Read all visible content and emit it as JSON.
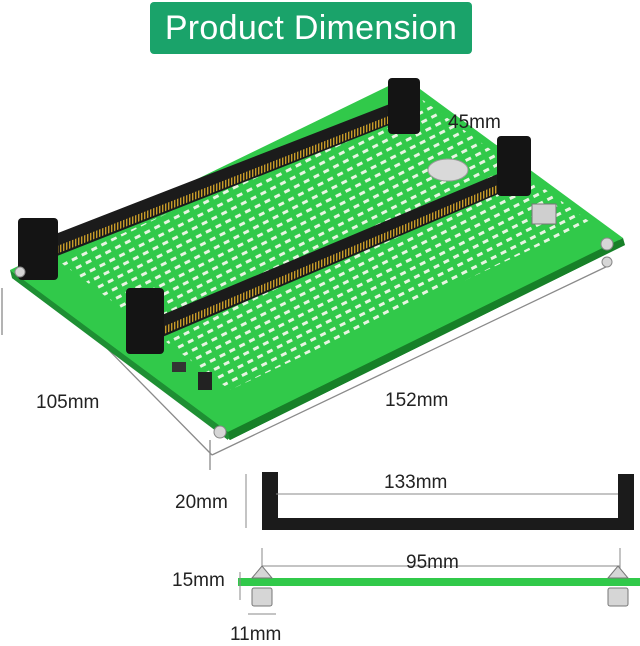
{
  "title": "Product Dimension",
  "colors": {
    "banner": "#1aa36a",
    "pcb": "#31c94a",
    "pcb_edge": "#1e8f33",
    "slot": "#1b1b1b",
    "dimension_line": "#8a8a8a"
  },
  "dimensions": {
    "slot_gap": "45mm",
    "board_depth": "105mm",
    "board_length": "152mm",
    "slot_length": "133mm",
    "slot_height": "20mm",
    "standoff_span": "95mm",
    "overall_height": "15mm",
    "standoff_width": "11mm"
  }
}
